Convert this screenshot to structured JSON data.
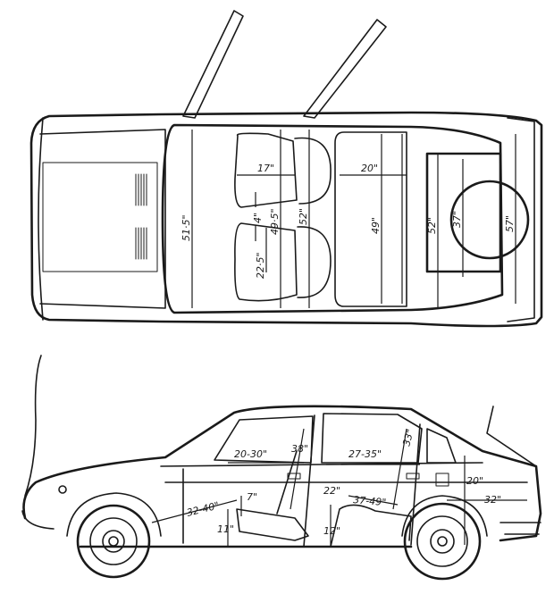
{
  "top_view": {
    "dimensions": {
      "cabin_width_front": "51·5\"",
      "front_seat_depth": "17\"",
      "seat_gap": "4\"",
      "front_seat_width": "22·5\"",
      "shoulder_front": "49·5\"",
      "shoulder_mid": "52\"",
      "rear_seat_depth": "20\"",
      "rear_seat_width": "49\"",
      "luggage_width": "52\"",
      "wheel_arch_gap": "37\"",
      "rear_width": "57\""
    }
  },
  "side_view": {
    "dimensions": {
      "front_legroom": "20-30\"",
      "front_headroom": "38\"",
      "rear_legroom": "27-35\"",
      "rear_headroom": "33\"",
      "front_seat_height_gap": "7\"",
      "pedal_reach": "32-40\"",
      "front_seat_height": "11\"",
      "rear_knee": "22\"",
      "rear_seat_height": "12\"",
      "rear_reach": "37-49\"",
      "boot_height": "20\"",
      "boot_depth": "32\""
    }
  }
}
